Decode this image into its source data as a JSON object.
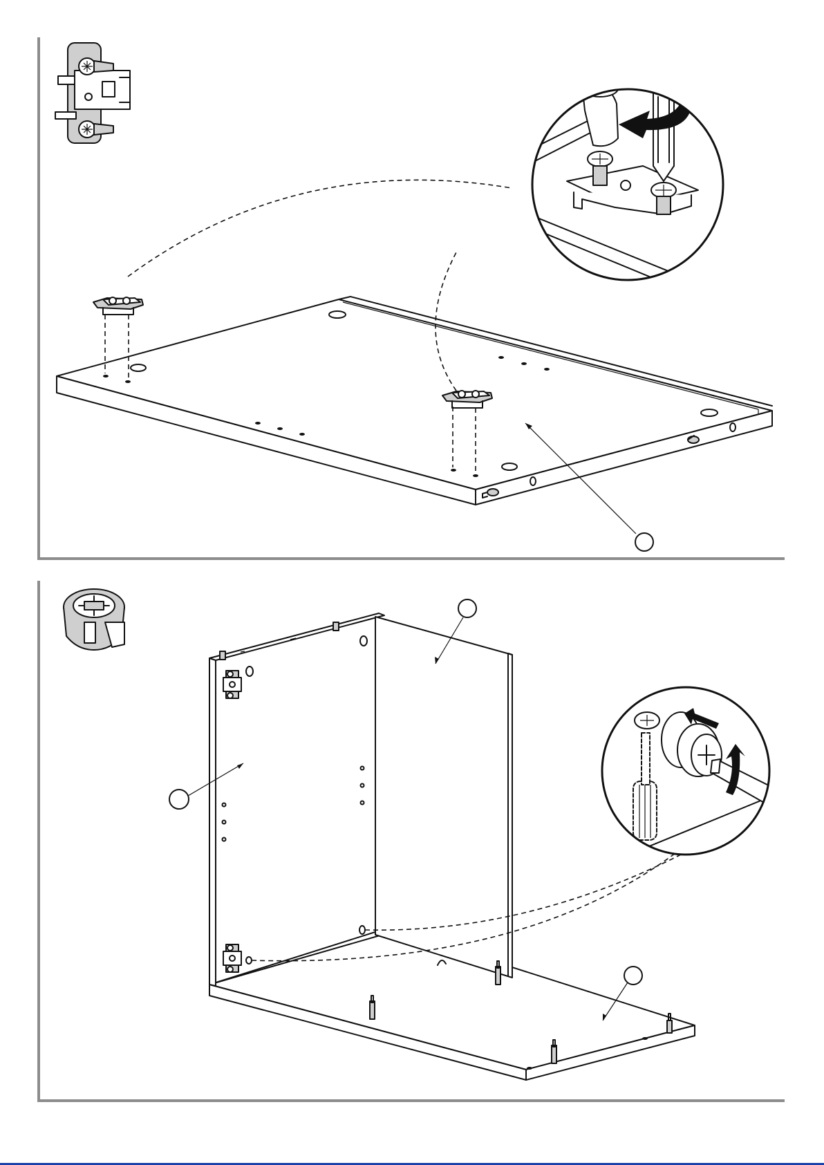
{
  "document": {
    "type": "assembly-instructions",
    "steps": [
      {
        "id": "step-1",
        "hardware_icon": "hinge-mounting-plate-icon",
        "detail_tools": [
          "hammer-icon",
          "screwdriver-icon"
        ],
        "callout_labels": [
          ""
        ]
      },
      {
        "id": "step-2",
        "hardware_icon": "cam-lock-icon",
        "detail_tools": [
          "screwdriver-icon"
        ],
        "callout_labels": [
          "",
          "",
          ""
        ]
      }
    ]
  },
  "colors": {
    "frame": "#8c8c8c",
    "line": "#111111",
    "part_fill": "#cfcfcf",
    "bottom_bar": "#1a3fa8"
  }
}
